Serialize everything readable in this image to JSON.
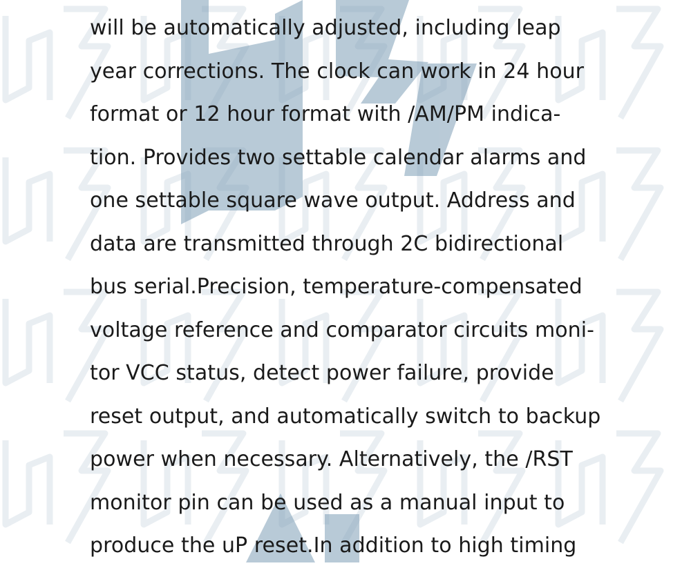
{
  "body": {
    "lines": [
      "will be automatically adjusted, including leap",
      "year corrections. The clock can work in 24 hour",
      "format or 12 hour format with /AM/PM indica-",
      "tion. Provides two settable calendar alarms and",
      "one settable square wave output. Address and",
      "data are transmitted through 2C bidirectional",
      "bus serial.Precision, temperature-compensated",
      "voltage reference and comparator circuits moni-",
      "tor VCC status, detect power failure, provide",
      "reset output, and automatically switch to backup",
      "power when necessary. Alternatively, the /RST",
      "monitor pin can be used as a manual input to",
      "produce the uP reset.In addition to high timing"
    ]
  },
  "colors": {
    "text": "#1a1a1a",
    "watermark_primary": "#7f9fb7",
    "watermark_pattern": "#e9eef2"
  },
  "icons": {
    "watermark": "brand-logo-watermark"
  }
}
